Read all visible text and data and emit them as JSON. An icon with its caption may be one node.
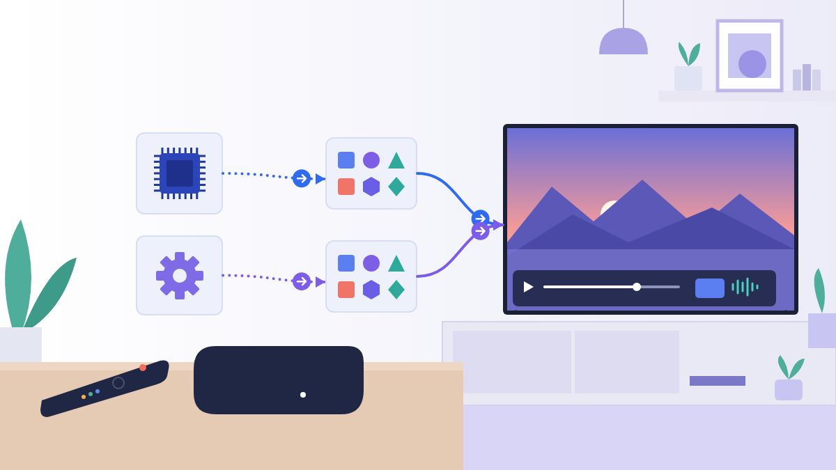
{
  "diagram": {
    "nodes": [
      {
        "text": [],
        "shape": "picture"
      },
      {
        "text": [],
        "shape": "picture"
      },
      {
        "text": [],
        "shape": "picture"
      },
      {
        "text": [],
        "shape": "picture"
      },
      {
        "text": [],
        "shape": "picture"
      }
    ],
    "edges": [
      {
        "from": 0,
        "to": 1,
        "arrow": "to",
        "style": "dashed",
        "color": "#2f6bf0"
      },
      {
        "from": 2,
        "to": 3,
        "arrow": "to",
        "style": "dashed",
        "color": "#7c5ce8"
      },
      {
        "from": 1,
        "to": 4,
        "arrow": "to",
        "color": "#2f6bf0"
      },
      {
        "from": 3,
        "to": 4,
        "arrow": "to",
        "color": "#7c5ce8"
      }
    ]
  }
}
